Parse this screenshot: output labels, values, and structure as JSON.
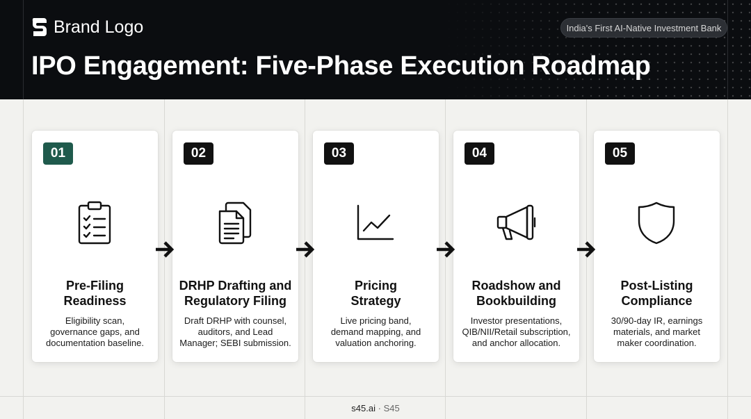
{
  "header": {
    "brand": "Brand Logo",
    "badge": "India's First AI-Native Investment Bank",
    "title": "IPO Engagement: Five-Phase Execution Roadmap"
  },
  "phases": [
    {
      "number": "01",
      "icon": "clipboard-checklist-icon",
      "title_line1": "Pre-Filing",
      "title_line2": "Readiness",
      "desc": [
        "Eligibility scan,",
        "governance gaps, and",
        "documentation baseline."
      ]
    },
    {
      "number": "02",
      "icon": "documents-icon",
      "title_line1": "DRHP Drafting and",
      "title_line2": "Regulatory Filing",
      "desc": [
        "Draft DRHP with counsel,",
        "auditors, and Lead",
        "Manager; SEBI submission."
      ]
    },
    {
      "number": "03",
      "icon": "line-chart-icon",
      "title_line1": "Pricing",
      "title_line2": "Strategy",
      "desc": [
        "Live pricing band,",
        "demand mapping, and",
        "valuation anchoring."
      ]
    },
    {
      "number": "04",
      "icon": "megaphone-icon",
      "title_line1": "Roadshow and",
      "title_line2": "Bookbuilding",
      "desc": [
        "Investor presentations,",
        "QIB/NII/Retail subscription,",
        "and anchor allocation."
      ]
    },
    {
      "number": "05",
      "icon": "shield-icon",
      "title_line1": "Post-Listing",
      "title_line2": "Compliance",
      "desc": [
        "30/90-day IR, earnings",
        "materials, and market",
        "maker coordination."
      ]
    }
  ],
  "footer": {
    "site": "s45.ai",
    "separator": "·",
    "code": "S45"
  },
  "colors": {
    "header_bg": "#0b0d10",
    "accent": "#1f5a4c",
    "page_bg": "#f2f2ef"
  }
}
